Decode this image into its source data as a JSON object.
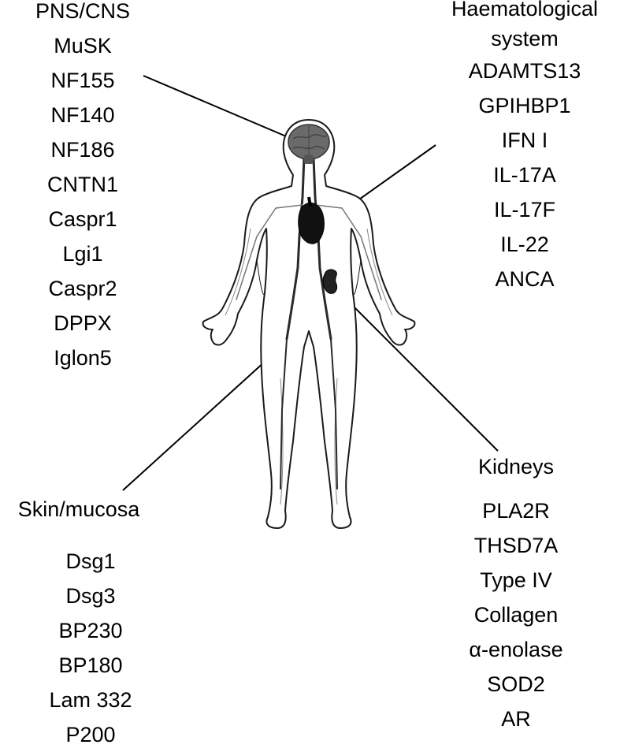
{
  "pns": {
    "title": "PNS/CNS",
    "items": [
      "MuSK",
      "NF155",
      "NF140",
      "NF186",
      "CNTN1",
      "Caspr1",
      "Lgi1",
      "Caspr2",
      "DPPX",
      "Iglon5"
    ]
  },
  "haematological": {
    "title_line1": "Haematological",
    "title_line2": "system",
    "items": [
      "ADAMTS13",
      "GPIHBP1",
      "IFN I",
      "IL-17A",
      "IL-17F",
      "IL-22",
      "ANCA"
    ]
  },
  "skin": {
    "title": "Skin/mucosa",
    "items": [
      "Dsg1",
      "Dsg3",
      "BP230",
      "BP180",
      "Lam 332",
      "P200"
    ]
  },
  "kidneys": {
    "title": "Kidneys",
    "items": [
      "PLA2R",
      "THSD7A",
      "Type IV",
      "Collagen",
      "α-enolase",
      "SOD2",
      "AR"
    ]
  },
  "icons": [
    "human-body-icon",
    "brain-icon",
    "heart-icon",
    "kidney-icon"
  ]
}
